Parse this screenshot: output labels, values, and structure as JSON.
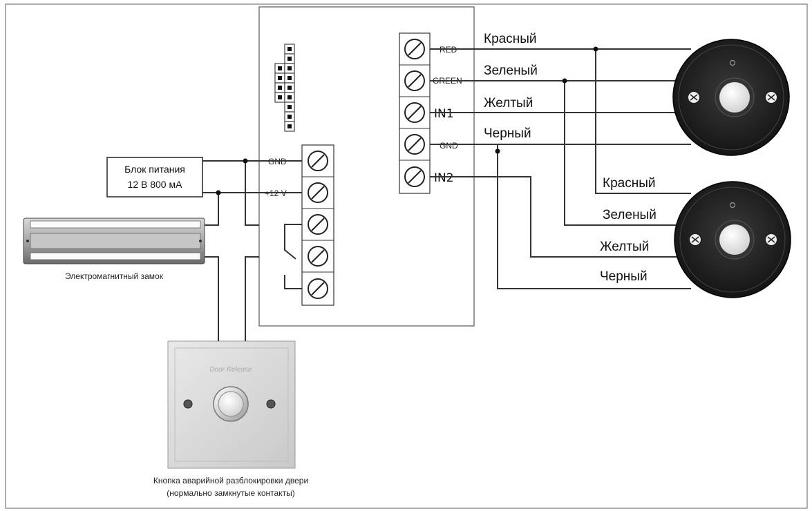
{
  "controller": {
    "terminals_right": [
      "RED",
      "GREEN",
      "IN1",
      "GND",
      "IN2"
    ],
    "terminals_left": [
      "GND",
      "+12 V"
    ]
  },
  "power_supply": {
    "line1": "Блок питания",
    "line2": "12 В 800 мА"
  },
  "lock": {
    "caption": "Электромагнитный замок"
  },
  "release_button": {
    "plate_text": "Door Release",
    "caption_line1": "Кнопка аварийной разблокировки двери",
    "caption_line2": "(нормально замкнутые контакты)"
  },
  "reader1": {
    "wires": [
      "Красный",
      "Зеленый",
      "Желтый",
      "Черный"
    ]
  },
  "reader2": {
    "wires": [
      "Красный",
      "Зеленый",
      "Желтый",
      "Черный"
    ]
  },
  "colors": {
    "wire": "#333333",
    "reader_body": "#1e1e1e",
    "plate": "#dcdcdc"
  }
}
